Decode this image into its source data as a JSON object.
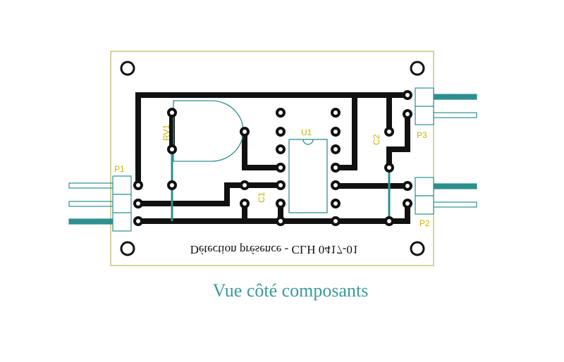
{
  "board": {
    "board_title": "Détection présence - CLH 0417-01",
    "outline_color": "#c9c47a",
    "trace_color": "#111111",
    "accent_color": "#2e8f8f"
  },
  "components": {
    "p1": "P1",
    "p2": "P2",
    "p3": "P3",
    "rv1": "RV1",
    "u1": "U1",
    "c1": "C1",
    "c2": "C2"
  },
  "caption": "Vue côté composants",
  "label_color": "#c8b400",
  "caption_color": "#3a9a9a"
}
